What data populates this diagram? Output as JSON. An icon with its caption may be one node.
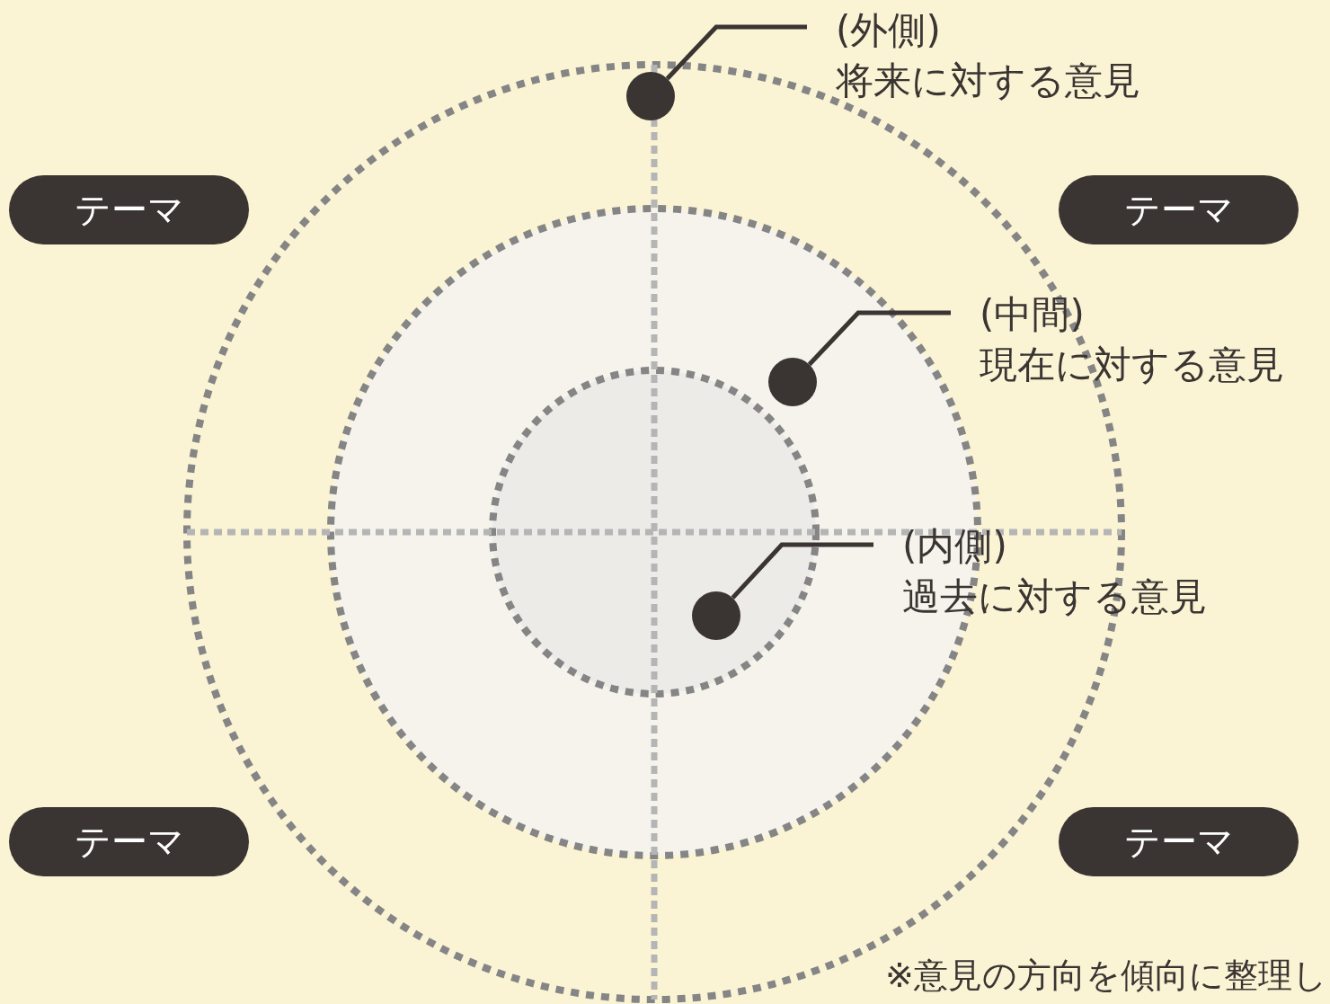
{
  "diagram": {
    "nodes": [
      {
        "text": [
          "(外側)",
          "将来に対する意見"
        ]
      },
      {
        "text": [],
        "shape": "circle"
      },
      {
        "text": [
          "テーマ"
        ]
      },
      {
        "text": [
          "テーマ"
        ]
      },
      {
        "text": [
          "(中間)",
          "現在に対する意見"
        ]
      },
      {
        "text": [],
        "shape": "circle"
      },
      {
        "text": [
          "(内側)",
          "過去に対する意見"
        ]
      },
      {
        "text": [],
        "shape": "circle"
      },
      {
        "text": [
          "テーマ"
        ]
      },
      {
        "text": [
          "テーマ"
        ]
      }
    ],
    "edges": [
      {
        "from": 0,
        "to": 1,
        "arrow": "none"
      },
      {
        "from": 4,
        "to": 5,
        "arrow": "none"
      },
      {
        "from": 6,
        "to": 7,
        "arrow": "none"
      }
    ],
    "labels": [
      "※意見の方向を傾向に整理し"
    ]
  }
}
